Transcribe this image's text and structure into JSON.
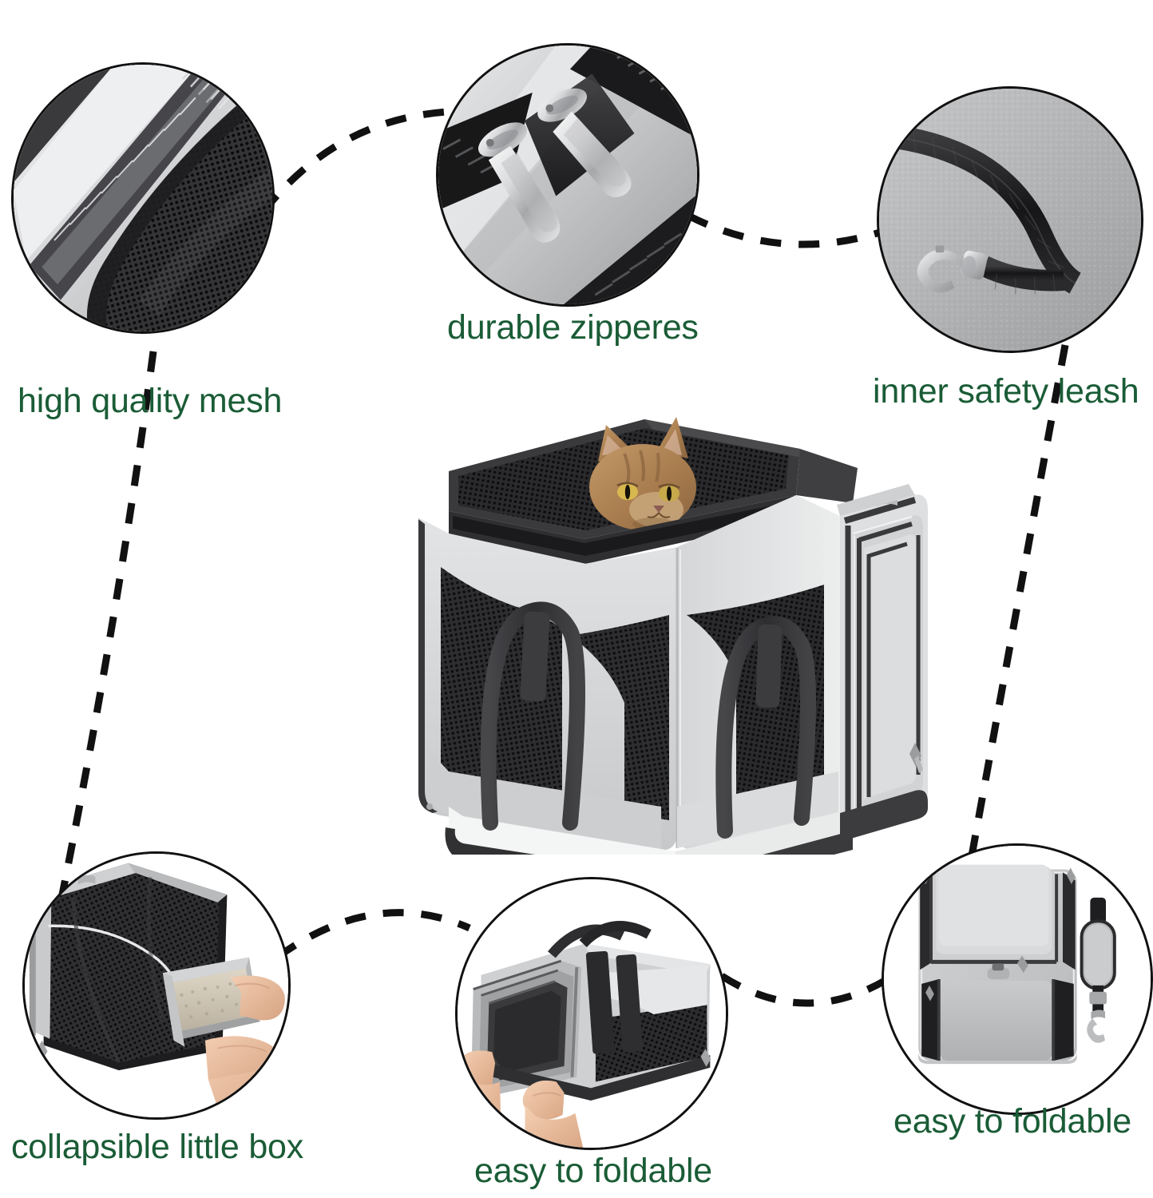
{
  "page": {
    "type": "product-feature-infographic",
    "product": "expandable soft-sided pet carrier",
    "background_color": "#ffffff",
    "label_color": "#1a5c36",
    "connector_color": "#111111"
  },
  "labels": {
    "high_quality_mesh": "high quality mesh",
    "durable_zipperes": "durable zipperes",
    "inner_safety_leash": "inner safety leash",
    "collapsible_little_box": "collapsible little box",
    "easy_to_foldable_middle": "easy to foldable",
    "easy_to_foldable_right": "easy to foldable"
  },
  "insets": {
    "mesh": {
      "caption": "high quality mesh",
      "alt": "close-up of black honeycomb mesh panel with grey zipper tape"
    },
    "zippers": {
      "caption": "durable zipperes",
      "alt": "two silver metal zipper pulls on black zipper teeth over grey fabric"
    },
    "leash": {
      "caption": "inner safety leash",
      "alt": "black nylon leash strap with silver swivel clip on grey fleece mat"
    },
    "litter_box": {
      "caption": "collapsible little box",
      "alt": "hands sliding a grey collapsible litter box into the mesh carrier"
    },
    "folding": {
      "caption": "easy to foldable",
      "alt": "two hands folding the expandable side panel of the carrier flat"
    },
    "folded_flat": {
      "caption": "easy to foldable",
      "alt": "carrier folded completely flat next to a padded shoulder strap"
    }
  },
  "main_photo": {
    "alt": "grey and black expandable pet carrier with a brown tabby cat peeking out of the top mesh opening",
    "colors": {
      "fabric": "#d9dadb",
      "fabric_shadow": "#bfc1c3",
      "mesh": "#2b2b2d",
      "trim": "#3a3a3c",
      "cat_fur": "#b08457"
    }
  },
  "colors": {
    "label_green": "#1a5c36",
    "outline_black": "#111111",
    "fabric_grey": "#d9dadb",
    "mesh_black": "#2b2b2d",
    "metal_silver": "#c8c9cb"
  }
}
